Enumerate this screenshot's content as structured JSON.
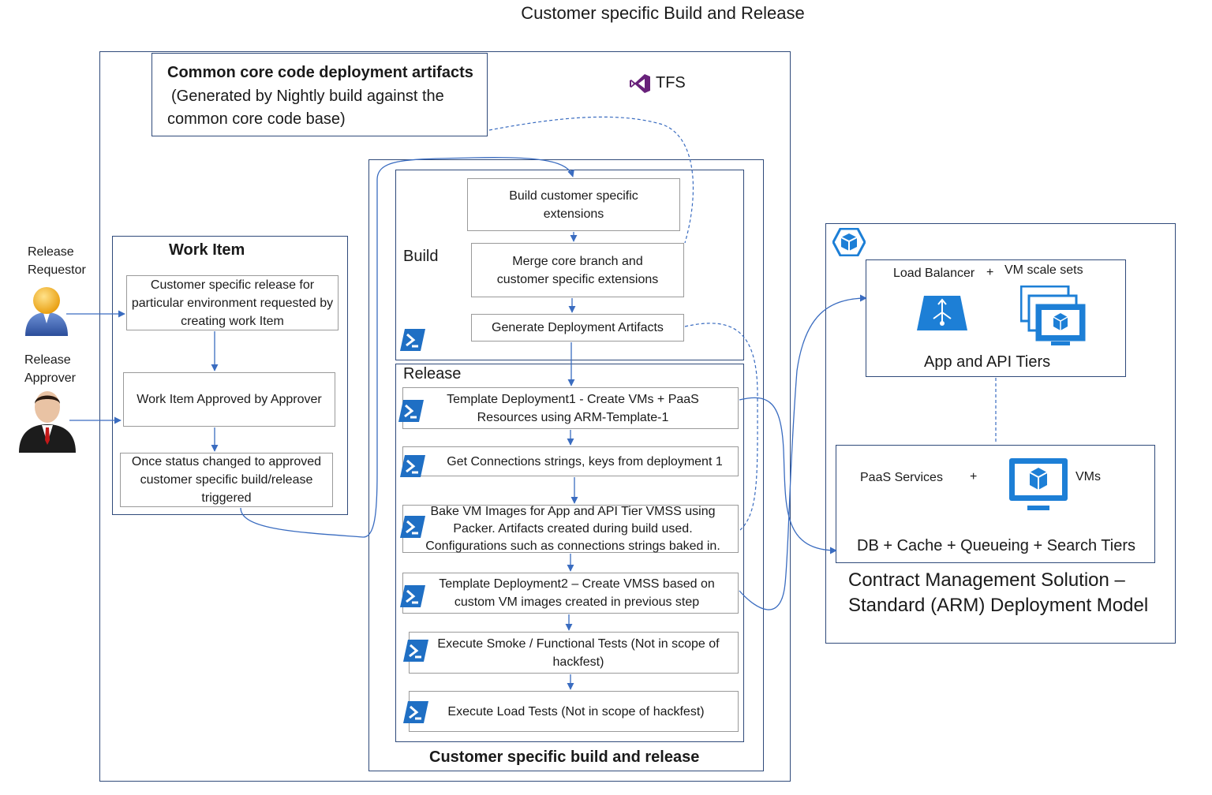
{
  "title": "Customer specific Build and Release",
  "common": {
    "heading": "Common core code deployment artifacts",
    "line1": "(Generated by Nightly build against the",
    "line2": "common core code base)"
  },
  "tfs": {
    "label": "TFS",
    "icon": "visual-studio-icon",
    "color": "#68217a"
  },
  "actors": {
    "requestor": {
      "line1": "Release",
      "line2": "Requestor"
    },
    "approver": {
      "line1": "Release",
      "line2": "Approver"
    }
  },
  "work_item": {
    "title": "Work Item",
    "steps": [
      "Customer specific release for particular environment requested by creating work Item",
      "Work Item Approved by Approver",
      "Once status changed to approved customer specific build/release triggered"
    ]
  },
  "build": {
    "label": "Build",
    "steps": [
      "Build customer specific extensions",
      "Merge core branch and customer specific extensions",
      "Generate Deployment Artifacts"
    ]
  },
  "release": {
    "label": "Release",
    "steps": [
      "Template Deployment1 - Create VMs + PaaS Resources using ARM-Template-1",
      "Get Connections strings, keys from deployment 1",
      "Bake VM Images for App and API Tier VMSS using Packer. Artifacts created during build used. Configurations such as connections strings baked in.",
      "Template Deployment2 – Create VMSS based on custom VM images created in previous step",
      "Execute Smoke / Functional Tests (Not in scope of hackfest)",
      "Execute Load Tests (Not in scope of hackfest)"
    ]
  },
  "pipeline_caption": "Customer specific build and release",
  "azure": {
    "app_tier": {
      "load_balancer": "Load Balancer",
      "plus": "+",
      "vmss": "VM scale sets",
      "caption": "App and API Tiers"
    },
    "data_tier": {
      "paas": "PaaS Services",
      "plus": "+",
      "vms": "VMs",
      "caption": "DB + Cache + Queueing + Search Tiers"
    },
    "solution_line1": "Contract Management Solution –",
    "solution_line2": "Standard (ARM) Deployment Model"
  },
  "colors": {
    "accent": "#3a6cc0",
    "border": "#2f4a7a",
    "powershell": "#1f6fc4",
    "azure": "#1d7fd6"
  }
}
